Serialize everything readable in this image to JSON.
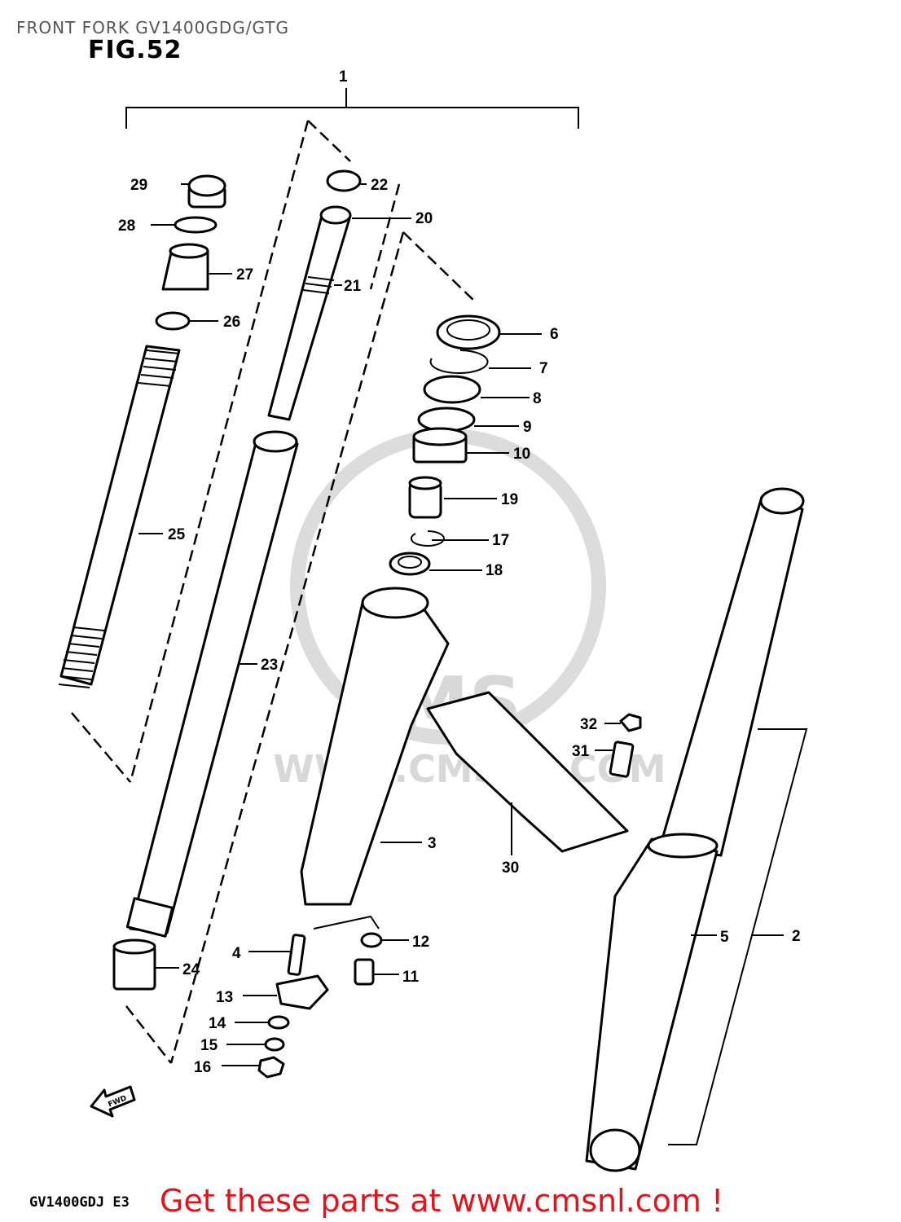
{
  "header": {
    "title": "FRONT FORK GV1400GDG/GTG",
    "figure": "FIG.52"
  },
  "footer": {
    "model_code": "GV1400GDJ E3",
    "promo_text": "Get these parts at www.cmsnl.com !"
  },
  "watermark": {
    "brand": "CMS",
    "url": "WWW.CMSNL.COM"
  },
  "direction_arrow": {
    "label": "FWD"
  },
  "callouts": {
    "c1": "1",
    "c2": "2",
    "c3": "3",
    "c4": "4",
    "c5": "5",
    "c6": "6",
    "c7": "7",
    "c8": "8",
    "c9": "9",
    "c10": "10",
    "c11": "11",
    "c12": "12",
    "c13": "13",
    "c14": "14",
    "c15": "15",
    "c16": "16",
    "c17": "17",
    "c18": "18",
    "c19": "19",
    "c20": "20",
    "c21": "21",
    "c22": "22",
    "c23": "23",
    "c24": "24",
    "c25": "25",
    "c26": "26",
    "c27": "27",
    "c28": "28",
    "c29": "29",
    "c30": "30",
    "c31": "31",
    "c32": "32"
  },
  "colors": {
    "promo": "#e1141c",
    "watermark": "#d8d8d8",
    "line": "#000000"
  }
}
